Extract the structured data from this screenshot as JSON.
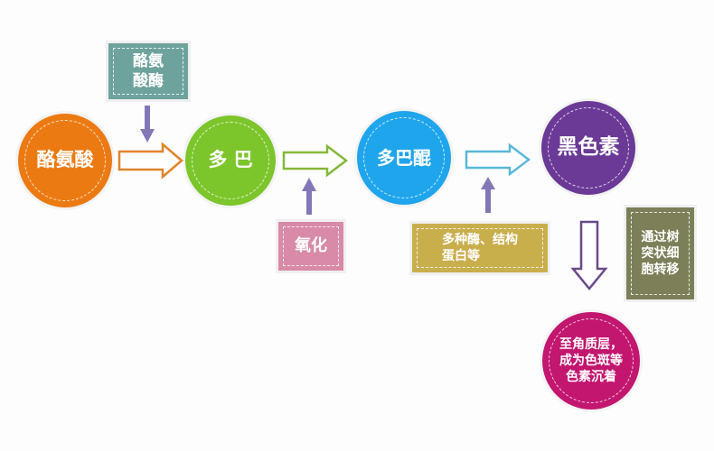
{
  "nodes": {
    "tyrosine": {
      "label": "酪氨酸",
      "color": "#ec7a12"
    },
    "dopa": {
      "label": "多 巴",
      "color": "#7cc52b"
    },
    "dopaquinone": {
      "label": "多巴醌",
      "color": "#1fa5ec"
    },
    "melanin": {
      "label": "黑色素",
      "color": "#6a3a96"
    },
    "result": {
      "label": "至角质层，\n成为色斑等\n色素沉着",
      "color": "#c2166f"
    }
  },
  "boxes": {
    "tyrosinase": {
      "label": "酪氨\n酸酶",
      "color": "#6ea39d"
    },
    "oxidation": {
      "label": "氧化",
      "color": "#d88aa8"
    },
    "enzymes": {
      "label": "多种酶、结构\n蛋白等",
      "color": "#c9ae4c"
    },
    "transfer": {
      "label": "通过树\n突状细\n胞转移",
      "color": "#7c7f57"
    }
  },
  "colors": {
    "pointer_arrow": "#8477b8"
  }
}
